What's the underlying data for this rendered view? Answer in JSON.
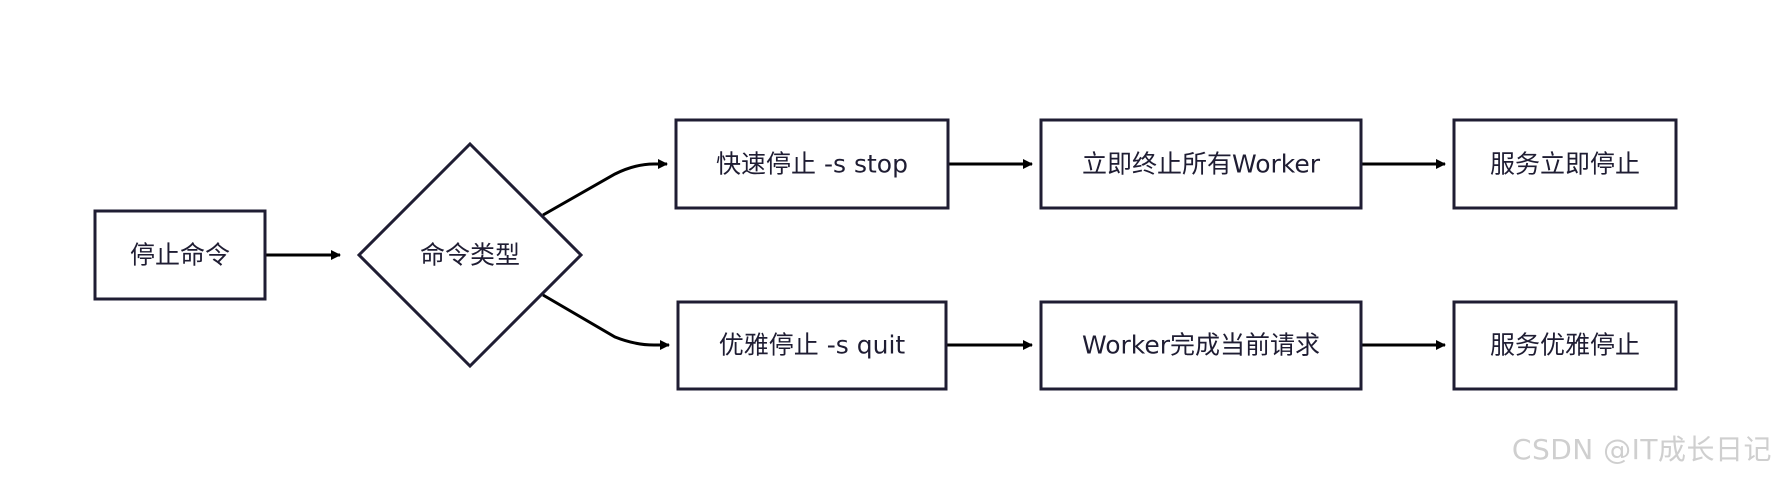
{
  "nodes": {
    "stop_command": "停止命令",
    "command_type": "命令类型",
    "fast_stop": "快速停止 -s stop",
    "graceful_stop": "优雅停止 -s quit",
    "terminate_workers": "立即终止所有Worker",
    "worker_finish": "Worker完成当前请求",
    "service_stop_now": "服务立即停止",
    "service_stop_graceful": "服务优雅停止"
  },
  "watermark": "CSDN @IT成长日记",
  "colors": {
    "node_border": "#1f1d33",
    "node_text": "#1f1d33",
    "edge": "#000000",
    "background": "#ffffff",
    "watermark": "#cfcfcf"
  }
}
